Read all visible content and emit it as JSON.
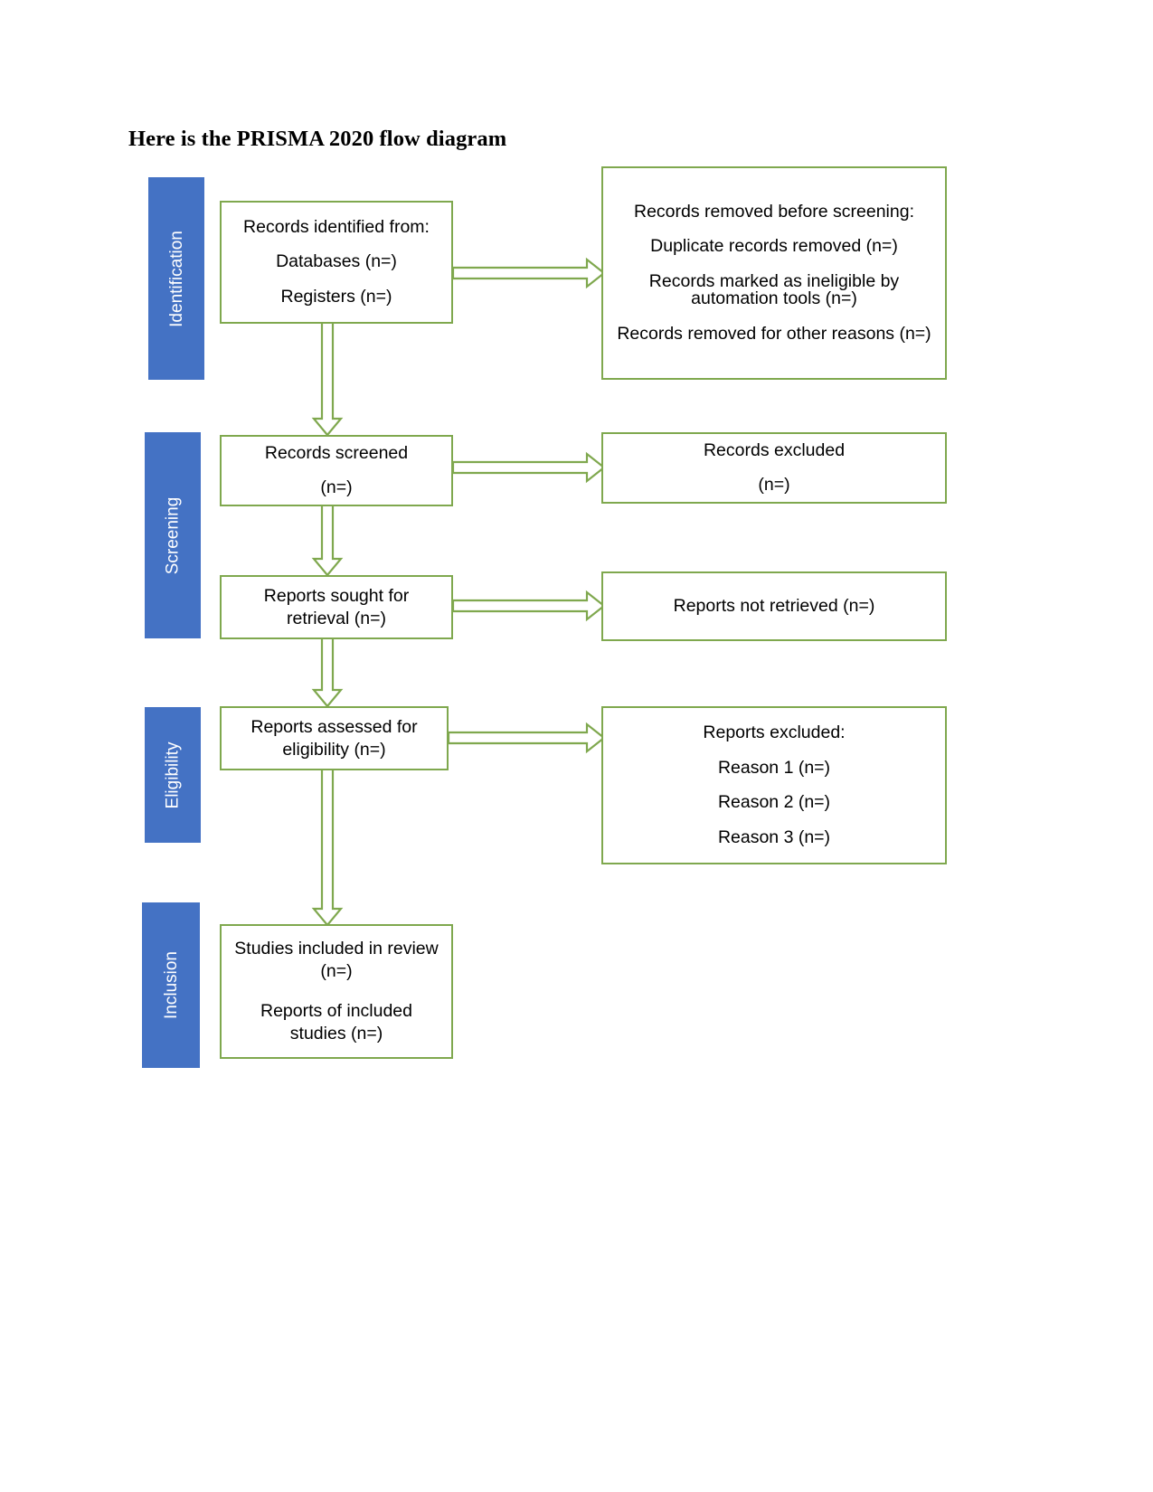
{
  "page": {
    "title": "Here is the PRISMA 2020 flow diagram"
  },
  "stages": [
    {
      "id": "identification",
      "label": "Identification"
    },
    {
      "id": "screening",
      "label": "Screening"
    },
    {
      "id": "eligibility",
      "label": "Eligibility"
    },
    {
      "id": "inclusion",
      "label": "Inclusion"
    }
  ],
  "boxes": {
    "records_identified": {
      "lines": [
        "Records identified from:",
        "Databases (n=)",
        "Registers (n=)"
      ]
    },
    "records_removed": {
      "lines": [
        "Records removed before screening:",
        "Duplicate records removed (n=)",
        "Records marked as ineligible by automation tools (n=)",
        "Records removed for other reasons (n=)"
      ]
    },
    "records_screened": {
      "lines": [
        "Records screened",
        "(n=)"
      ]
    },
    "records_excluded": {
      "lines": [
        "Records excluded",
        "(n=)"
      ]
    },
    "reports_sought": {
      "lines": [
        "Reports sought for retrieval (n=)"
      ]
    },
    "reports_not_retrieved": {
      "lines": [
        "Reports not retrieved (n=)"
      ]
    },
    "reports_assessed": {
      "lines": [
        "Reports assessed for eligibility (n=)"
      ]
    },
    "reports_excluded": {
      "lines": [
        "Reports excluded:",
        "Reason 1 (n=)",
        "Reason 2 (n=)",
        "Reason 3 (n=)"
      ]
    },
    "studies_included": {
      "lines": [
        "Studies included in review (n=)",
        "Reports of included studies (n=)"
      ]
    }
  },
  "colors": {
    "stage_fill": "#4472C4",
    "stage_text": "#FFFFFF",
    "box_border": "#7FA84E",
    "box_fill": "#FFFFFF",
    "connector": "#7FA84E",
    "text": "#000000"
  }
}
